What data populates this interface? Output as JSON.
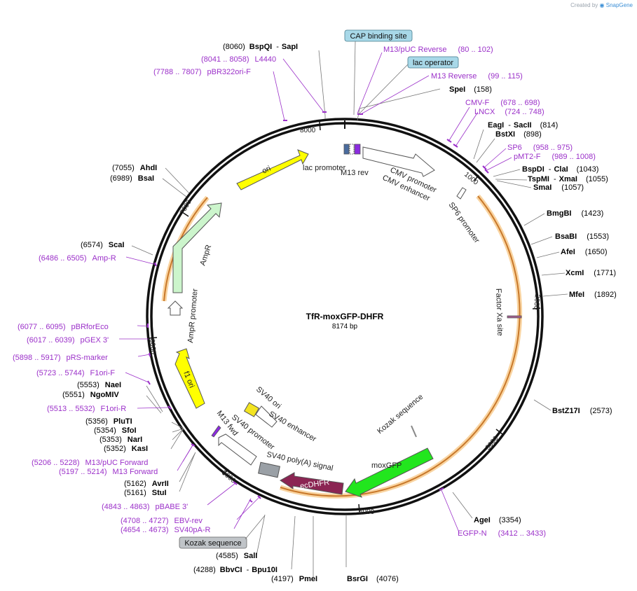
{
  "credit": {
    "prefix": "Created by",
    "brand": "SnapGene"
  },
  "plasmid": {
    "name": "TfR-moxGFP-DHFR",
    "size_label": "8174 bp"
  },
  "ticks": [
    "1000",
    "2000",
    "3000",
    "4000",
    "5000",
    "6000",
    "7000",
    "8000"
  ],
  "features": [
    {
      "id": "lac-promoter",
      "label": "lac promoter",
      "color": "#4a6b9e"
    },
    {
      "id": "m13-rev",
      "label": "M13 rev",
      "color": "#b6b6b6"
    },
    {
      "id": "cmv-enhancer",
      "label": "CMV enhancer",
      "color": "#ffffff"
    },
    {
      "id": "cmv-promoter",
      "label": "CMV promoter",
      "color": "#ffffff"
    },
    {
      "id": "sp6-promoter",
      "label": "SP6 promoter",
      "color": "#ffffff"
    },
    {
      "id": "factor-xa",
      "label": "Factor Xa site",
      "color": "#a25e8f"
    },
    {
      "id": "kozak-1",
      "label": "Kozak sequence",
      "color": "#888888"
    },
    {
      "id": "moxgfp",
      "label": "moxGFP",
      "color": "#22e61e"
    },
    {
      "id": "ecdhfr",
      "label": "ecDHFR",
      "color": "#8b2553"
    },
    {
      "id": "sv40-polya",
      "label": "SV40 poly(A) signal",
      "color": "#9aa0a6"
    },
    {
      "id": "m13-fwd",
      "label": "M13 fwd",
      "color": "#b6b6b6"
    },
    {
      "id": "sv40-promoter",
      "label": "SV40 promoter",
      "color": "#ffffff"
    },
    {
      "id": "sv40-enhancer",
      "label": "SV40 enhancer",
      "color": "#ffffff"
    },
    {
      "id": "sv40-ori",
      "label": "SV40 ori",
      "color": "#f3e421"
    },
    {
      "id": "f1-ori",
      "label": "f1 ori",
      "color": "#ffff00"
    },
    {
      "id": "ampr-promoter",
      "label": "AmpR promoter",
      "color": "#ffffff"
    },
    {
      "id": "ampr",
      "label": "AmpR",
      "color": "#ccf5cc"
    },
    {
      "id": "ori",
      "label": "ori",
      "color": "#ffff00"
    }
  ],
  "boxed_labels": [
    {
      "id": "cap-binding",
      "text": "CAP binding site",
      "fill": "#a8d8e8"
    },
    {
      "id": "lac-operator",
      "text": "lac operator",
      "fill": "#a8d8e8"
    },
    {
      "id": "kozak-box",
      "text": "Kozak sequence",
      "fill": "#c0c4c8"
    }
  ],
  "sites": [
    {
      "id": "bspqi-sapi",
      "pos": "(8060)",
      "name": "BspQI",
      "name2": "SapI"
    },
    {
      "id": "spei",
      "pos": "(158)",
      "name": "SpeI"
    },
    {
      "id": "eagi-sacii",
      "pos": "(814)",
      "name": "EagI",
      "name2": "SacII"
    },
    {
      "id": "bstxi",
      "pos": "(898)",
      "name": "BstXI"
    },
    {
      "id": "bspdi-clai",
      "pos": "(1043)",
      "name": "BspDI",
      "name2": "ClaI"
    },
    {
      "id": "tspmi-xmai",
      "pos": "(1055)",
      "name": "TspMI",
      "name2": "XmaI"
    },
    {
      "id": "smai",
      "pos": "(1057)",
      "name": "SmaI"
    },
    {
      "id": "bmgbi",
      "pos": "(1423)",
      "name": "BmgBI"
    },
    {
      "id": "bsabi",
      "pos": "(1553)",
      "name": "BsaBI"
    },
    {
      "id": "afei",
      "pos": "(1650)",
      "name": "AfeI"
    },
    {
      "id": "xcmi",
      "pos": "(1771)",
      "name": "XcmI"
    },
    {
      "id": "mfei",
      "pos": "(1892)",
      "name": "MfeI"
    },
    {
      "id": "bstz17i",
      "pos": "(2573)",
      "name": "BstZ17I"
    },
    {
      "id": "agei",
      "pos": "(3354)",
      "name": "AgeI"
    },
    {
      "id": "bsrgi",
      "pos": "(4076)",
      "name": "BsrGI"
    },
    {
      "id": "pmei",
      "pos": "(4197)",
      "name": "PmeI"
    },
    {
      "id": "bbvci-bpu10i",
      "pos": "(4288)",
      "name": "BbvCI",
      "name2": "Bpu10I"
    },
    {
      "id": "sali",
      "pos": "(4585)",
      "name": "SalI"
    },
    {
      "id": "stui",
      "pos": "(5161)",
      "name": "StuI"
    },
    {
      "id": "avrii",
      "pos": "(5162)",
      "name": "AvrII"
    },
    {
      "id": "kasi",
      "pos": "(5352)",
      "name": "KasI"
    },
    {
      "id": "nari",
      "pos": "(5353)",
      "name": "NarI"
    },
    {
      "id": "sfoi",
      "pos": "(5354)",
      "name": "SfoI"
    },
    {
      "id": "pluti",
      "pos": "(5356)",
      "name": "PluTI"
    },
    {
      "id": "ngomiv",
      "pos": "(5551)",
      "name": "NgoMIV"
    },
    {
      "id": "naei",
      "pos": "(5553)",
      "name": "NaeI"
    },
    {
      "id": "scai",
      "pos": "(6574)",
      "name": "ScaI"
    },
    {
      "id": "bsai",
      "pos": "(6989)",
      "name": "BsaI"
    },
    {
      "id": "ahdi",
      "pos": "(7055)",
      "name": "AhdI"
    }
  ],
  "primers": [
    {
      "id": "m13puc-rev",
      "name": "M13/pUC Reverse",
      "range": "(80 .. 102)"
    },
    {
      "id": "m13-reverse",
      "name": "M13 Reverse",
      "range": "(99 .. 115)"
    },
    {
      "id": "cmv-f",
      "name": "CMV-F",
      "range": "(678 .. 698)"
    },
    {
      "id": "lncx",
      "name": "LNCX",
      "range": "(724 .. 748)"
    },
    {
      "id": "sp6",
      "name": "SP6",
      "range": "(958 .. 975)"
    },
    {
      "id": "pmt2-f",
      "name": "pMT2-F",
      "range": "(989 .. 1008)"
    },
    {
      "id": "egfp-n",
      "name": "EGFP-N",
      "range": "(3412 .. 3433)"
    },
    {
      "id": "sv40pa-r",
      "name": "SV40pA-R",
      "range": "(4654 .. 4673)"
    },
    {
      "id": "ebv-rev",
      "name": "EBV-rev",
      "range": "(4708 .. 4727)"
    },
    {
      "id": "pbabe3",
      "name": "pBABE 3'",
      "range": "(4843 .. 4863)"
    },
    {
      "id": "m13-forward",
      "name": "M13 Forward",
      "range": "(5197 .. 5214)"
    },
    {
      "id": "m13puc-fwd",
      "name": "M13/pUC Forward",
      "range": "(5206 .. 5228)"
    },
    {
      "id": "f1ori-r",
      "name": "F1ori-R",
      "range": "(5513 .. 5532)"
    },
    {
      "id": "f1ori-f",
      "name": "F1ori-F",
      "range": "(5723 .. 5744)"
    },
    {
      "id": "prs-marker",
      "name": "pRS-marker",
      "range": "(5898 .. 5917)"
    },
    {
      "id": "pgex3",
      "name": "pGEX 3'",
      "range": "(6017 .. 6039)"
    },
    {
      "id": "pbrforeco",
      "name": "pBRforEco",
      "range": "(6077 .. 6095)"
    },
    {
      "id": "amp-r",
      "name": "Amp-R",
      "range": "(6486 .. 6505)"
    },
    {
      "id": "pbr322ori-f",
      "name": "pBR322ori-F",
      "range": "(7788 .. 7807)"
    },
    {
      "id": "l4440",
      "name": "L4440",
      "range": "(8041 .. 8058)"
    }
  ]
}
